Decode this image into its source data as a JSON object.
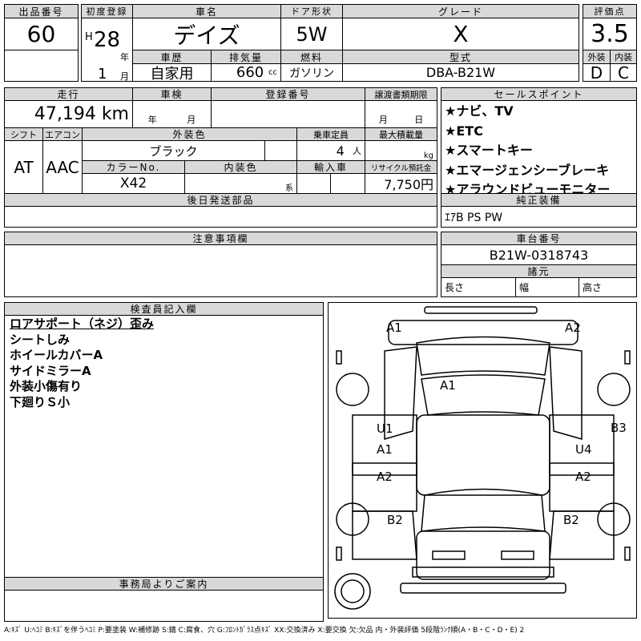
{
  "lot": {
    "label": "出品番号",
    "value": "60"
  },
  "first_reg": {
    "label": "初度登録",
    "era": "H",
    "year": "28",
    "year_unit": "年",
    "month": "1",
    "month_unit": "月"
  },
  "car_name": {
    "label": "車名",
    "value": "デイズ"
  },
  "door": {
    "label": "ドア形状",
    "value": "5W"
  },
  "grade": {
    "label": "グレード",
    "value": "X"
  },
  "history": {
    "label": "車歴",
    "value": "自家用"
  },
  "displacement": {
    "label": "排気量",
    "value": "660",
    "unit": "cc"
  },
  "fuel": {
    "label": "燃料",
    "value": "ガソリン"
  },
  "model": {
    "label": "型式",
    "value": "DBA-B21W"
  },
  "score": {
    "label": "評価点",
    "value": "3.5",
    "ext_label": "外装",
    "int_label": "内装",
    "ext": "D",
    "int": "C"
  },
  "mileage": {
    "label": "走行",
    "value": "47,194 km"
  },
  "inspection": {
    "label": "車検",
    "year_unit": "年",
    "month_unit": "月"
  },
  "reg_no": {
    "label": "登録番号"
  },
  "transfer": {
    "label": "譲渡書類期限",
    "month_unit": "月",
    "day_unit": "日"
  },
  "shift": {
    "label": "シフト",
    "value": "AT"
  },
  "ac": {
    "label": "エアコン",
    "value": "AAC"
  },
  "ext_color": {
    "label": "外装色",
    "value": "ブラック"
  },
  "capacity": {
    "label": "乗車定員",
    "value": "4",
    "unit": "人"
  },
  "max_load": {
    "label": "最大積載量",
    "unit": "kg"
  },
  "color_no": {
    "label": "カラーNo.",
    "value": "X42"
  },
  "int_color": {
    "label": "内装色",
    "unit": "系"
  },
  "import": {
    "label": "輸入車"
  },
  "recycle": {
    "label": "リサイクル預託金",
    "value": "7,750円"
  },
  "later_parts": {
    "label": "後日発送部品"
  },
  "sales_points": {
    "label": "セールスポイント",
    "items": [
      "★ナビ、TV",
      "★ETC",
      "★スマートキー",
      "★エマージェンシーブレーキ",
      "★アラウンドビューモニター"
    ]
  },
  "equipment": {
    "label": "純正装備",
    "value": "ｴｱB PS PW"
  },
  "notes": {
    "label": "注意事項欄"
  },
  "chassis": {
    "label": "車台番号",
    "value": "B21W-0318743"
  },
  "specs": {
    "label": "諸元",
    "length": "長さ",
    "width": "幅",
    "height": "高さ"
  },
  "inspector": {
    "label": "検査員記入欄",
    "items": [
      "ロアサポート（ネジ）歪み",
      "シートしみ",
      "ホイールカバーA",
      "サイドミラーA",
      "外装小傷有り",
      "下廻りＳ小"
    ]
  },
  "office": {
    "label": "事務局よりご案内"
  },
  "diagram": {
    "marks": [
      "A1",
      "A2",
      "A1",
      "U1",
      "A1",
      "B3",
      "U4",
      "A2",
      "A2",
      "B2",
      "B2"
    ]
  },
  "legend": "A:ｷｽﾞ U:ﾍｺﾐ B:ｷｽﾞを伴うﾍｺﾐ P:要塗装 W:補修跡 S:錆 C:腐食、穴 G:ﾌﾛﾝﾄｶﾞﾗｽ点ｷｽﾞ XX:交換済み X:要交換 欠:欠品 内・外装評価 5段階ﾗﾝｸ順(A・B・C・D・E) 2"
}
